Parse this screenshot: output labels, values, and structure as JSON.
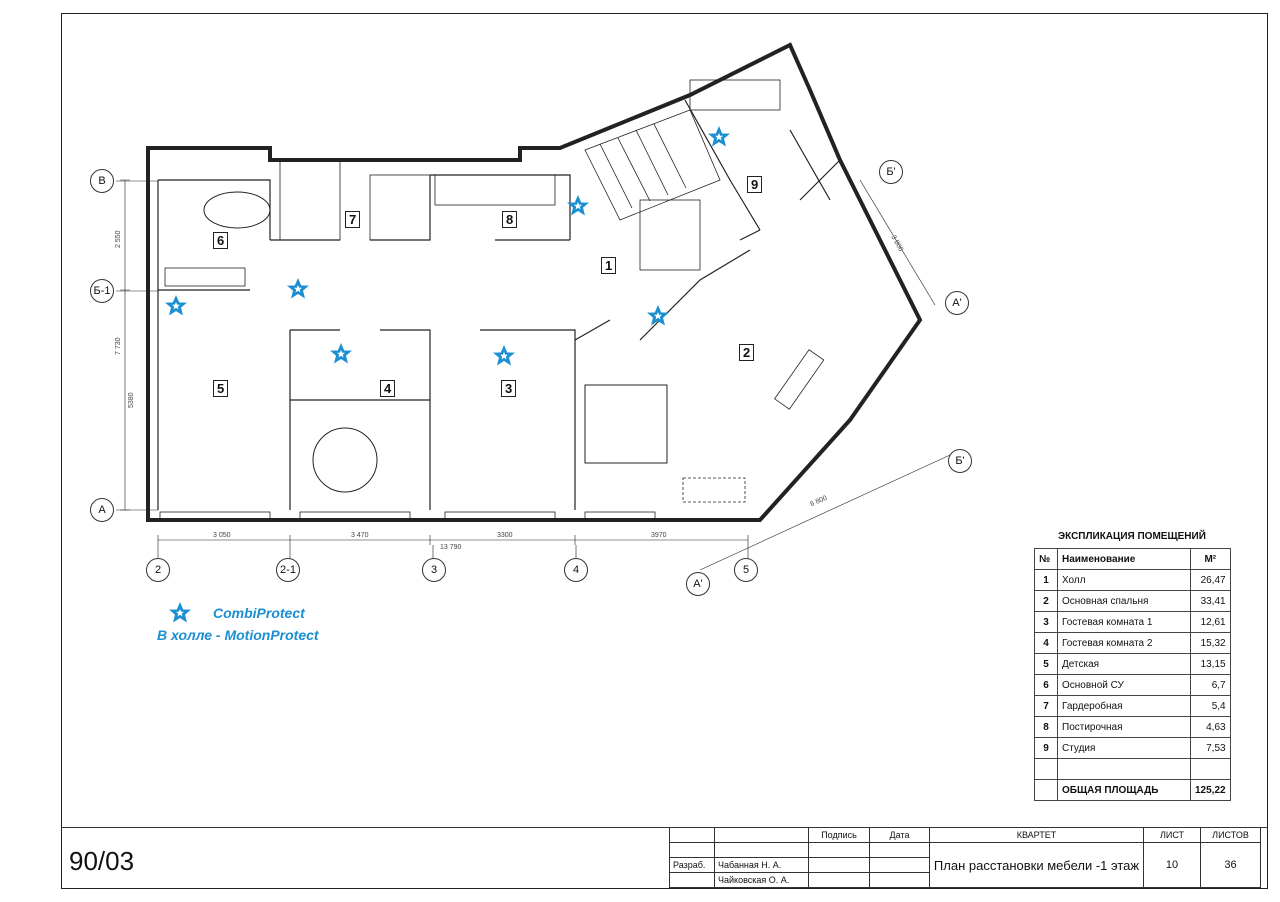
{
  "rooms": [
    {
      "num": "1"
    },
    {
      "num": "2"
    },
    {
      "num": "3"
    },
    {
      "num": "4"
    },
    {
      "num": "5"
    },
    {
      "num": "6"
    },
    {
      "num": "7"
    },
    {
      "num": "8"
    },
    {
      "num": "9"
    }
  ],
  "axes": {
    "rows": [
      "В",
      "Б-1",
      "А"
    ],
    "cols": [
      "2",
      "2-1",
      "3",
      "4",
      "5"
    ],
    "sections": [
      "Б'",
      "А'",
      "Б'",
      "А'"
    ]
  },
  "dimensions": {
    "bottom": [
      "3 050",
      "3 470",
      "3300",
      "3970"
    ],
    "bottom_total": "13 790",
    "left": [
      "2 550",
      "7 730",
      "5380"
    ],
    "diag1": "3 800",
    "diag2": "6 800"
  },
  "legend": {
    "line1": "CombiProtect",
    "line2": "В холле - MotionProtect",
    "star_color": "#1a8fd1"
  },
  "explication": {
    "title": "ЭКСПЛИКАЦИЯ ПОМЕЩЕНИЙ",
    "headers": {
      "num": "№",
      "name": "Наименование",
      "area": "М²"
    },
    "rows": [
      {
        "n": "1",
        "name": "Холл",
        "area": "26,47"
      },
      {
        "n": "2",
        "name": "Основная спальня",
        "area": "33,41"
      },
      {
        "n": "3",
        "name": "Гостевая комната 1",
        "area": "12,61"
      },
      {
        "n": "4",
        "name": "Гостевая комната 2",
        "area": "15,32"
      },
      {
        "n": "5",
        "name": "Детская",
        "area": "13,15"
      },
      {
        "n": "6",
        "name": "Основной СУ",
        "area": "6,7"
      },
      {
        "n": "7",
        "name": "Гардеробная",
        "area": "5,4"
      },
      {
        "n": "8",
        "name": "Постирочная",
        "area": "4,63"
      },
      {
        "n": "9",
        "name": "Студия",
        "area": "7,53"
      }
    ],
    "total_label": "ОБЩАЯ ПЛОЩАДЬ",
    "total_area": "125,22"
  },
  "stamp": {
    "code": "90/03",
    "sign_label": "Подпись",
    "date_label": "Дата",
    "org": "КВАРТЕТ",
    "sheet_label": "ЛИСТ",
    "sheets_label": "ЛИСТОВ",
    "role": "Разраб.",
    "author1": "Чабанная Н. А.",
    "author2": "Чайковская О. А.",
    "drawing_title": "План расстановки мебели -1 этаж",
    "sheet": "10",
    "sheets": "36"
  }
}
